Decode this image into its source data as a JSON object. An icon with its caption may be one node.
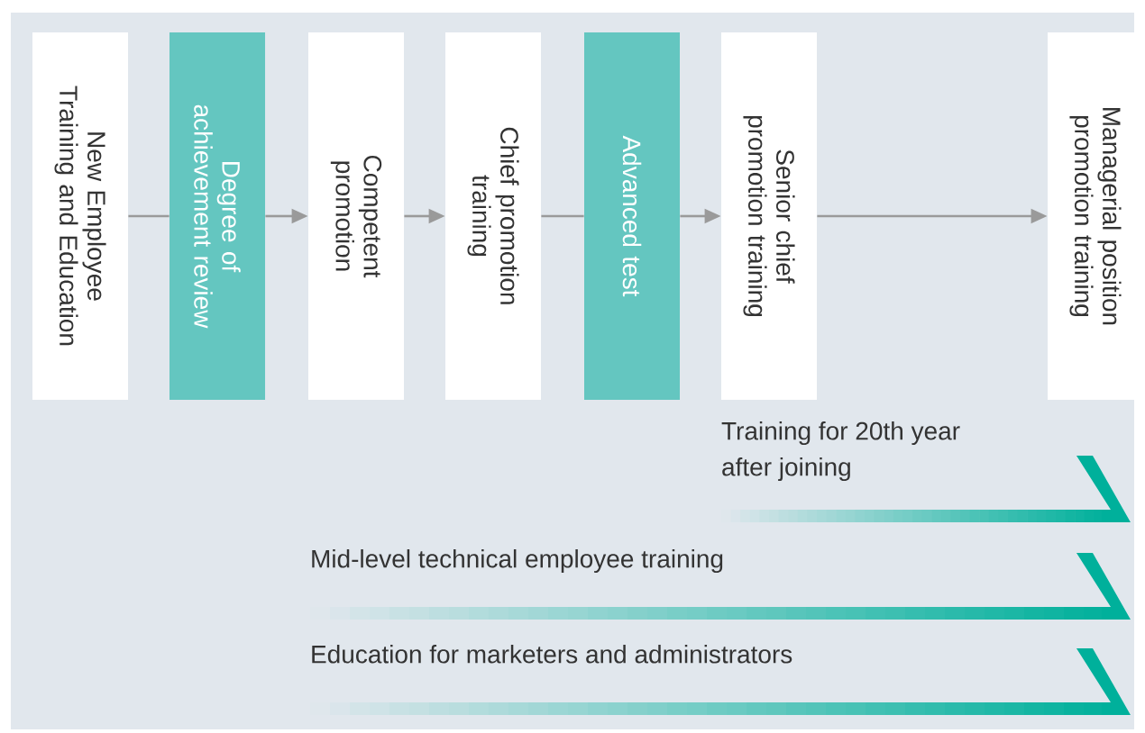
{
  "diagram": {
    "nodes": [
      {
        "text": [
          "New Employee Training and Education"
        ]
      },
      {
        "text": [
          "Degree of achievement review"
        ]
      },
      {
        "text": [
          "Competent promotion"
        ]
      },
      {
        "text": [
          "Chief promotion training"
        ]
      },
      {
        "text": [
          "Advanced test"
        ]
      },
      {
        "text": [
          "Senior chief promotion training"
        ]
      },
      {
        "text": [
          "Managerial position promotion training"
        ]
      },
      {
        "text": [
          "Training for 20th year after joining"
        ]
      },
      {
        "text": [
          "Mid-level technical employee training"
        ]
      },
      {
        "text": [
          "Education for marketers and administrators"
        ]
      }
    ],
    "edges": [
      {
        "from": 0,
        "to": 1,
        "arrow": "none"
      },
      {
        "from": 1,
        "to": 2,
        "arrow": "to"
      },
      {
        "from": 2,
        "to": 3,
        "arrow": "to"
      },
      {
        "from": 3,
        "to": 4,
        "arrow": "none"
      },
      {
        "from": 4,
        "to": 5,
        "arrow": "to"
      },
      {
        "from": 5,
        "to": 6,
        "arrow": "to"
      }
    ]
  }
}
